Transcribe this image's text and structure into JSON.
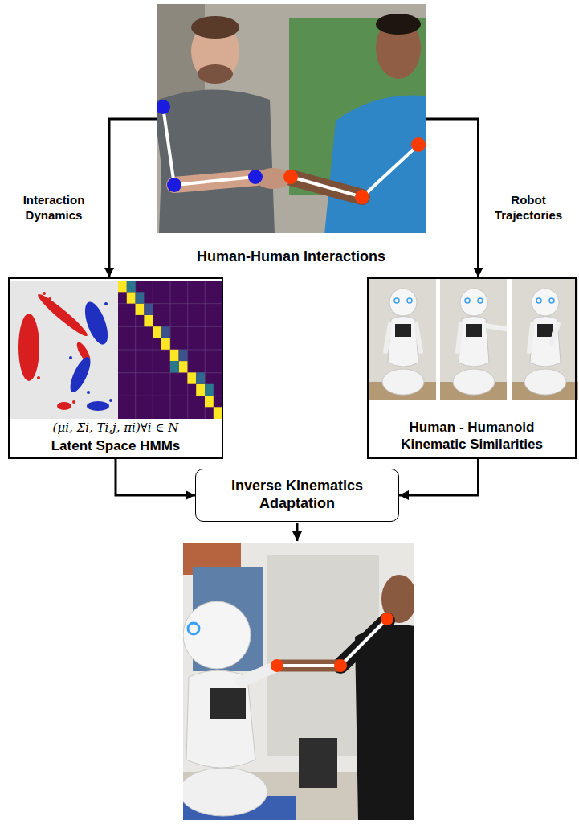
{
  "diagram": {
    "nodes": [
      {
        "text": [
          "Human-Human Interactions"
        ]
      },
      {
        "text": [
          "(μi, Σi, Ti,j, πi)∀i ∈ N",
          "Latent Space HMMs"
        ]
      },
      {
        "text": [
          "Human - Humanoid Kinematic Similarities"
        ]
      },
      {
        "text": [
          "Inverse Kinematics Adaptation"
        ]
      }
    ],
    "edges": [
      {
        "from": 0,
        "to": 1,
        "arrow": "to",
        "label": "Interaction Dynamics"
      },
      {
        "from": 0,
        "to": 2,
        "arrow": "to",
        "label": "Robot Trajectories"
      },
      {
        "from": 1,
        "to": 3,
        "arrow": "to"
      },
      {
        "from": 2,
        "to": 3,
        "arrow": "to"
      }
    ]
  }
}
